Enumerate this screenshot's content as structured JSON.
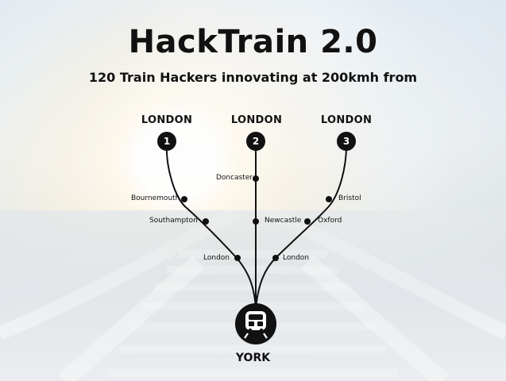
{
  "header": {
    "title": "HackTrain 2.0",
    "subtitle": "120 Train Hackers innovating at 200kmh from"
  },
  "routes": [
    {
      "badge": "1",
      "origin": "LONDON",
      "stops": [
        "Bournemouth",
        "Southampton",
        "London"
      ]
    },
    {
      "badge": "2",
      "origin": "LONDON",
      "stops": [
        "Doncaster",
        "Newcastle"
      ]
    },
    {
      "badge": "3",
      "origin": "LONDON",
      "stops": [
        "Bristol",
        "Oxford",
        "London"
      ]
    }
  ],
  "destination": {
    "label": "YORK",
    "icon": "train-icon"
  },
  "colors": {
    "ink": "#111111",
    "badge_text": "#ffffff"
  }
}
